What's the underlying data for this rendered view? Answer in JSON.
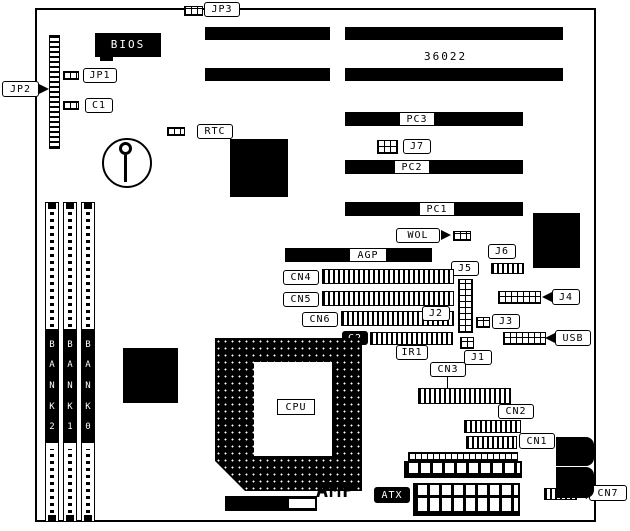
{
  "colors": {
    "line": "#000000",
    "background": "#ffffff"
  },
  "diagram": {
    "part_number": "36022",
    "chips": {
      "bios": "BIOS",
      "rtc": "RTC",
      "cpu": "CPU"
    },
    "jumpers": {
      "jp1": "JP1",
      "jp2": "JP2",
      "jp3": "JP3"
    },
    "components": {
      "c1": "C1",
      "c2": "C2"
    },
    "slots": {
      "pc1": "PC1",
      "pc2": "PC2",
      "pc3": "PC3",
      "agp": "AGP",
      "amp": "AMP"
    },
    "connectors": {
      "cn1": "CN1",
      "cn2": "CN2",
      "cn3": "CN3",
      "cn4": "CN4",
      "cn5": "CN5",
      "cn6": "CN6",
      "cn7": "CN7",
      "usb": "USB",
      "ir1": "IR1",
      "wol": "WOL",
      "atx": "ATX",
      "j1": "J1",
      "j2": "J2",
      "j3": "J3",
      "j4": "J4",
      "j5": "J5",
      "j6": "J6",
      "j7": "J7"
    },
    "memory_banks": [
      {
        "letters": [
          "B",
          "A",
          "N",
          "K",
          "2"
        ]
      },
      {
        "letters": [
          "B",
          "A",
          "N",
          "K",
          "1"
        ]
      },
      {
        "letters": [
          "B",
          "A",
          "N",
          "K",
          "0"
        ]
      }
    ]
  }
}
